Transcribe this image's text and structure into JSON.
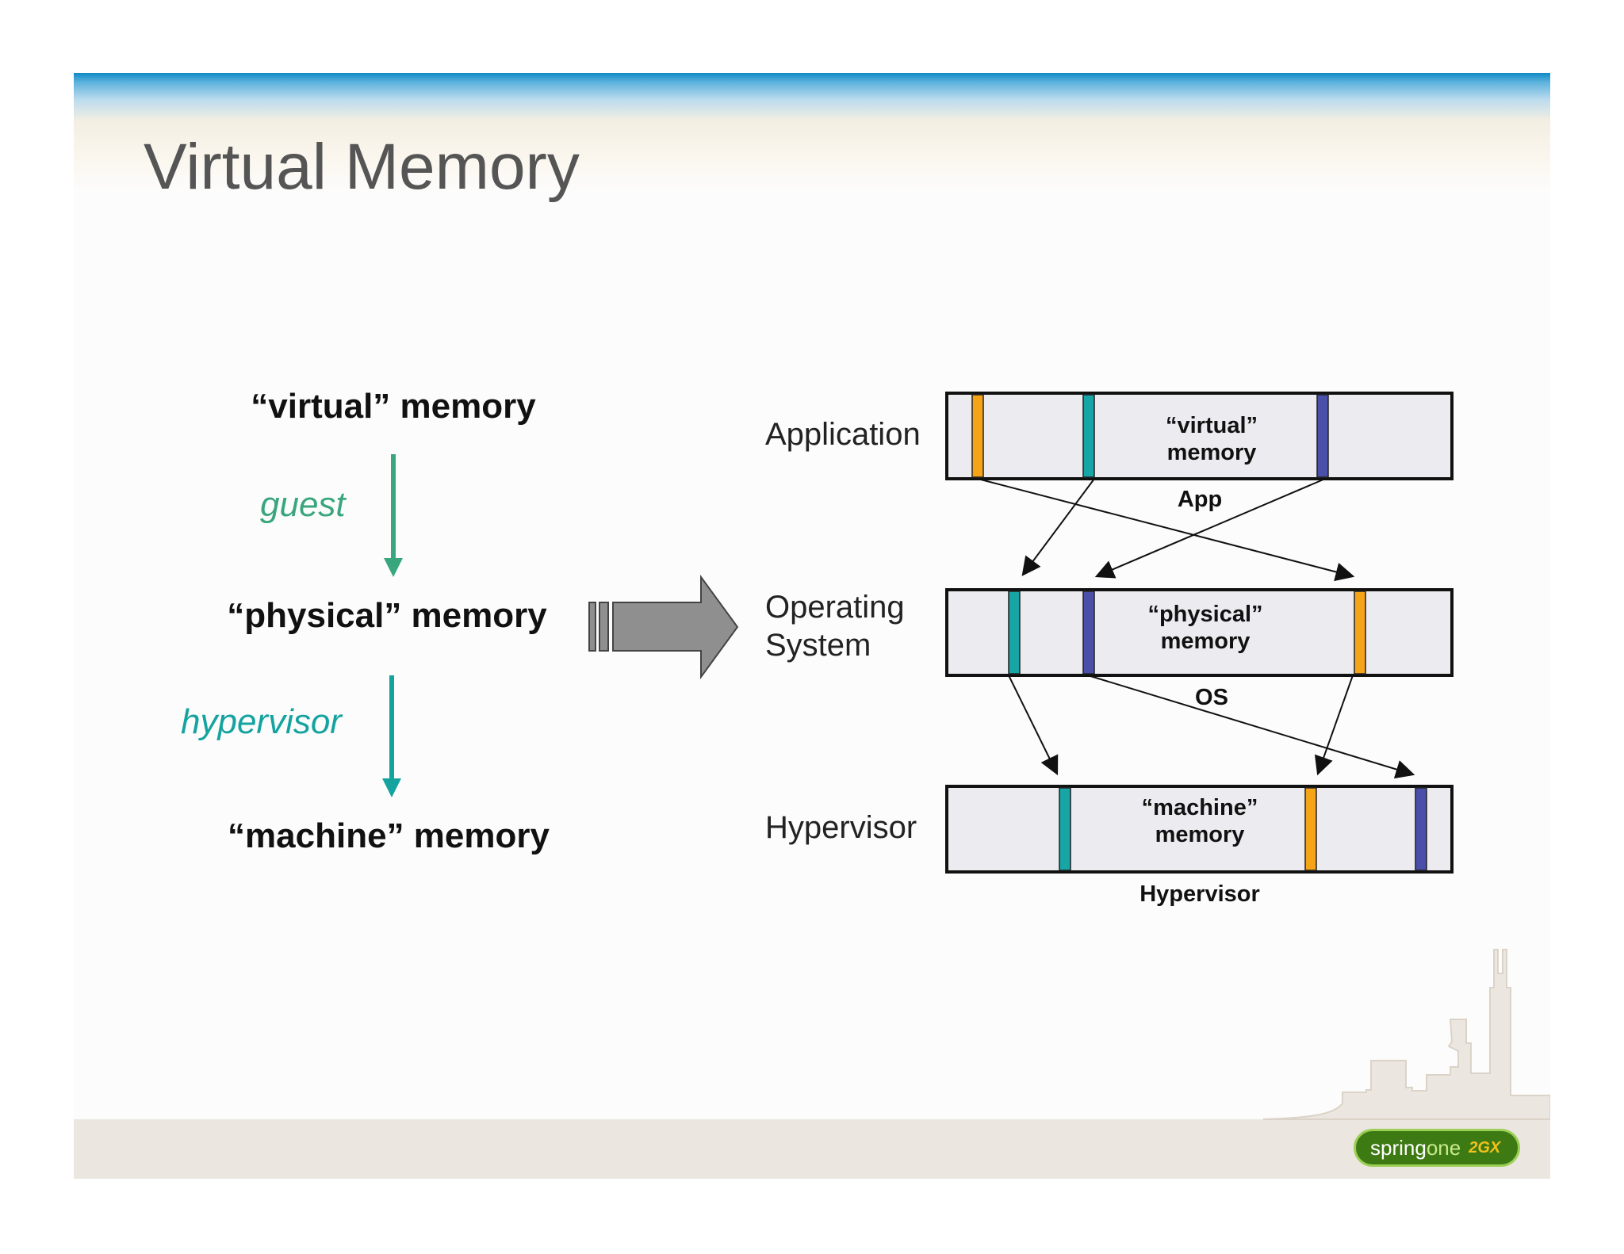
{
  "title": "Virtual Memory",
  "left": {
    "virtual_label": "“virtual” memory",
    "physical_label": "“physical” memory",
    "machine_label": "“machine” memory",
    "guest_label": "guest",
    "hypervisor_label": "hypervisor"
  },
  "layers": {
    "application": "Application",
    "os_line1": "Operating",
    "os_line2": "System",
    "hypervisor": "Hypervisor"
  },
  "boxes": {
    "app": {
      "line1": "“virtual”",
      "line2": "memory",
      "caption": "App"
    },
    "os": {
      "line1": "“physical”",
      "line2": "memory",
      "caption": "OS"
    },
    "hv": {
      "line1": "“machine”",
      "line2": "memory",
      "caption": "Hypervisor"
    }
  },
  "colors": {
    "orange": "#f5a418",
    "teal": "#17a5a5",
    "blue": "#4a4fa9",
    "guest_green": "#3aa67e",
    "hypervisor_teal": "#15a3a0",
    "box_fill": "#ececf0",
    "big_arrow": "#8f8f8f"
  },
  "logo": {
    "part1": "spring",
    "part2": "one",
    "part3": "2GX"
  }
}
